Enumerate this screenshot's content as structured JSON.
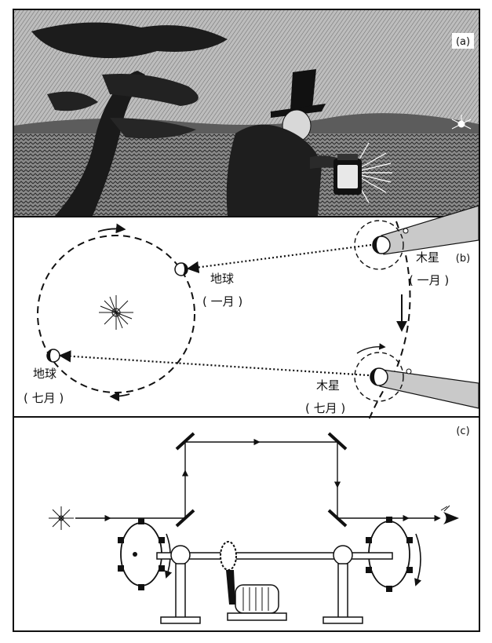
{
  "panels": {
    "a": {
      "label": "(a)"
    },
    "b": {
      "label": "(b)",
      "earth_jan_name": "地球",
      "earth_jan_month": "( 一月 )",
      "earth_jul_name": "地球",
      "earth_jul_month": "( 七月 )",
      "jupiter_jan_name": "木星",
      "jupiter_jan_month": "( 一月 )",
      "jupiter_jul_name": "木星",
      "jupiter_jul_month": "( 七月 )"
    },
    "c": {
      "label": "(c)"
    }
  },
  "colors": {
    "ink": "#111111",
    "sky": "#b9b9b9",
    "beam": "#c9c9c9",
    "paper": "#ffffff"
  }
}
